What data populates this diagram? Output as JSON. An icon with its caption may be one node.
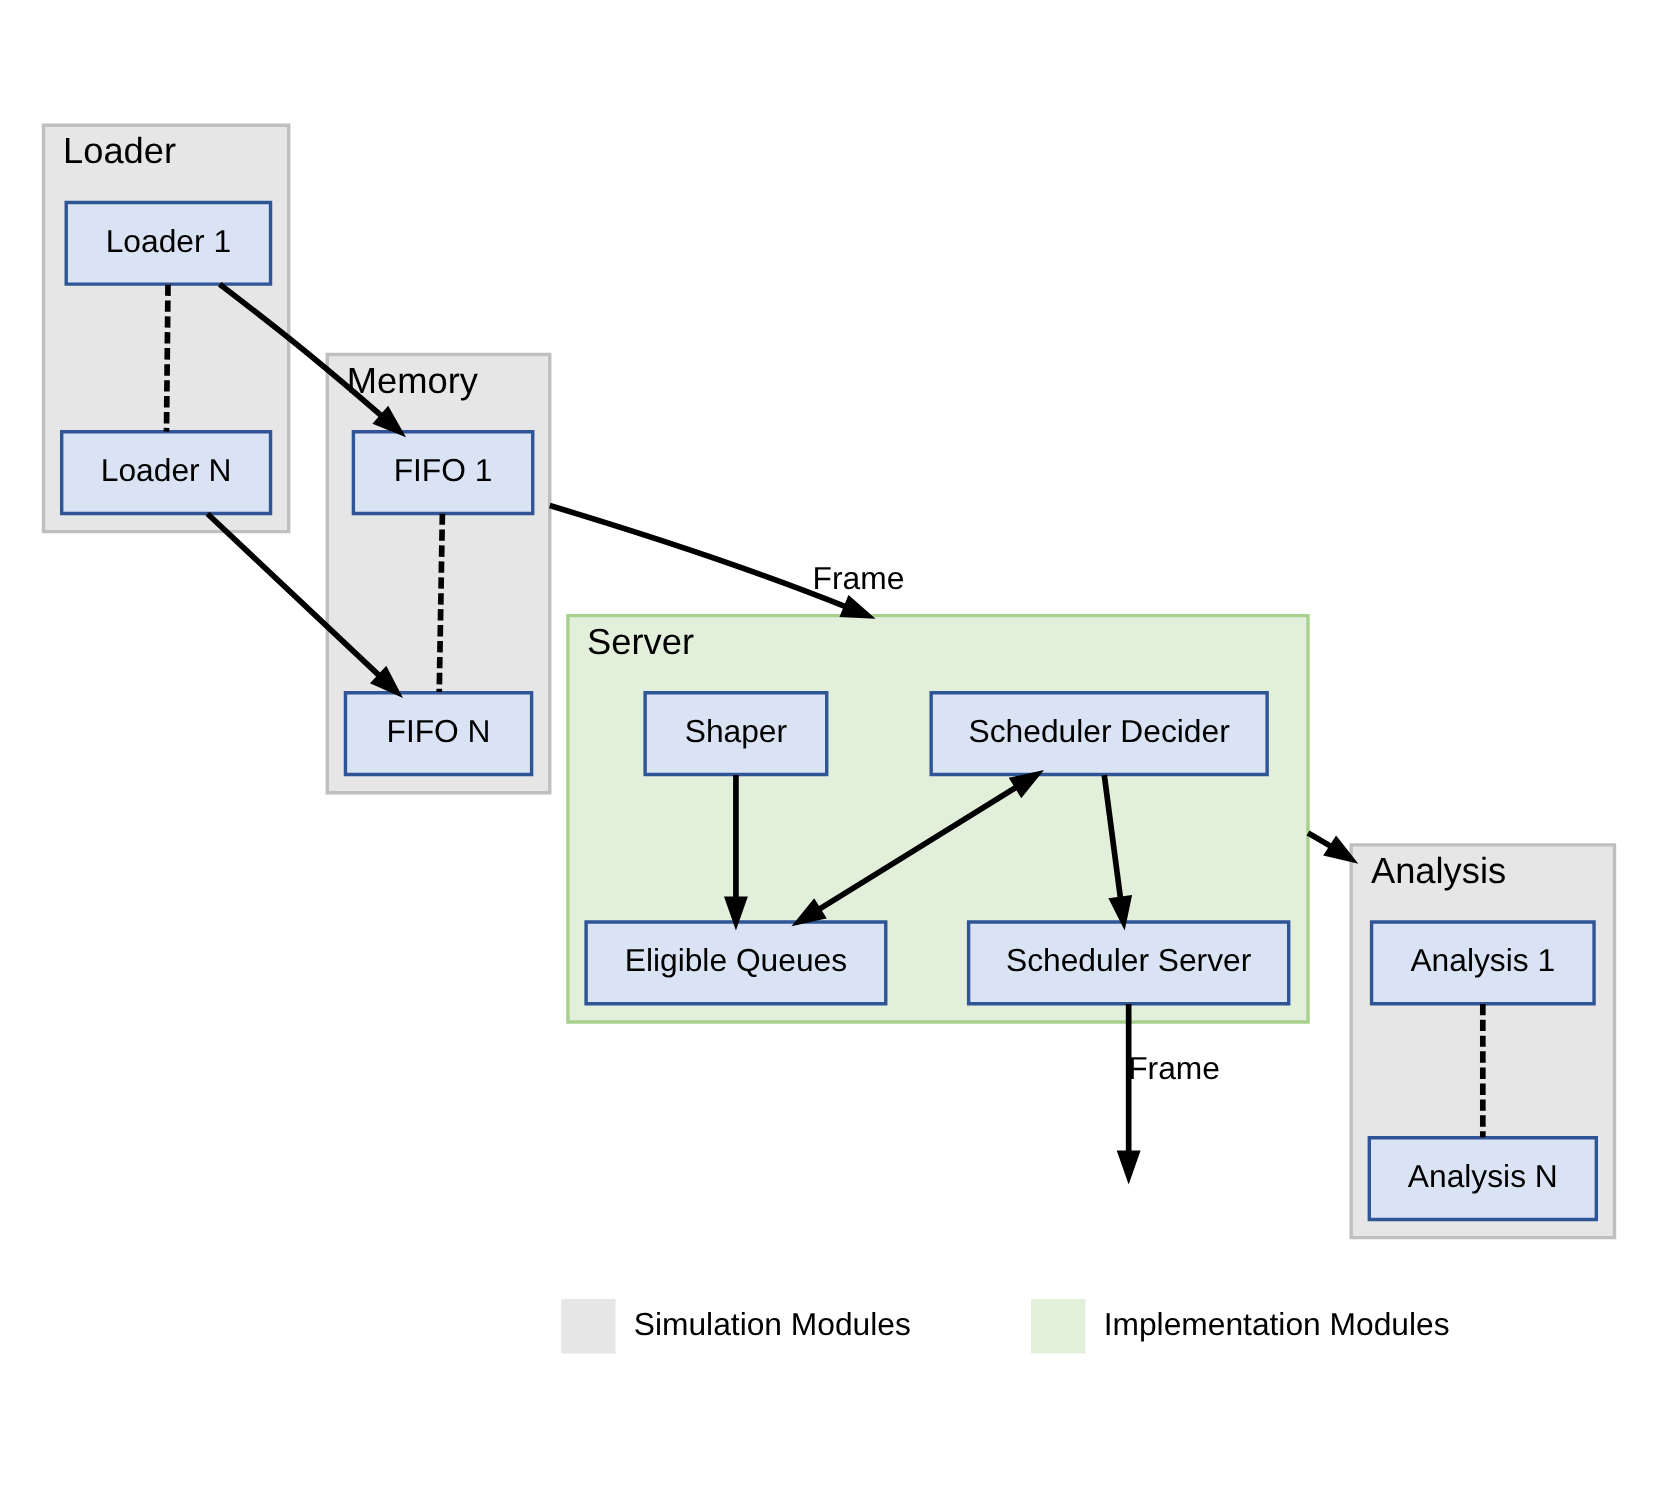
{
  "diagram": {
    "nodes": [
      {
        "text": [
          "Loader"
        ]
      },
      {
        "text": [
          "Loader 1"
        ],
        "in": 0
      },
      {
        "text": [
          "Loader N"
        ],
        "in": 0
      },
      {
        "text": [
          "Memory"
        ]
      },
      {
        "text": [
          "FIFO 1"
        ],
        "in": 3
      },
      {
        "text": [
          "FIFO N"
        ],
        "in": 3
      },
      {
        "text": [
          "Analysis"
        ]
      },
      {
        "text": [
          "Analysis 1"
        ],
        "in": 6
      },
      {
        "text": [
          "Analysis N"
        ],
        "in": 6
      },
      {
        "text": [
          "Server"
        ]
      },
      {
        "text": [
          "Scheduler Decider"
        ],
        "in": 9
      },
      {
        "text": [
          "Shaper"
        ],
        "in": 9
      },
      {
        "text": [
          "Scheduler Server"
        ],
        "in": 9
      },
      {
        "text": [
          "Eligible Queues"
        ],
        "in": 9
      }
    ],
    "edges": [
      {
        "from": 1,
        "to": 2,
        "arrow": "none",
        "style": "dashed"
      },
      {
        "from": 4,
        "to": 5,
        "arrow": "none",
        "style": "dashed"
      },
      {
        "from": 7,
        "to": 8,
        "arrow": "none",
        "style": "dashed"
      },
      {
        "from": 1,
        "to": 4,
        "arrow": "to"
      },
      {
        "from": 2,
        "to": 5,
        "arrow": "to"
      },
      {
        "from": 3,
        "to": 9,
        "arrow": "to",
        "label": "Frame"
      },
      {
        "from": 9,
        "to": 6,
        "arrow": "to"
      },
      {
        "from": 10,
        "to": 12,
        "arrow": "to"
      },
      {
        "from": 10,
        "to": 13,
        "arrow": "both"
      },
      {
        "from": 11,
        "to": 13,
        "arrow": "to"
      },
      {
        "from": 12,
        "to": null,
        "arrow": "to",
        "label": "Frame"
      }
    ],
    "legend": [
      {
        "text": "Simulation Modules",
        "color": "#e7e6e6"
      },
      {
        "text": "Implementation Modules",
        "color": "#e2efda"
      }
    ]
  }
}
